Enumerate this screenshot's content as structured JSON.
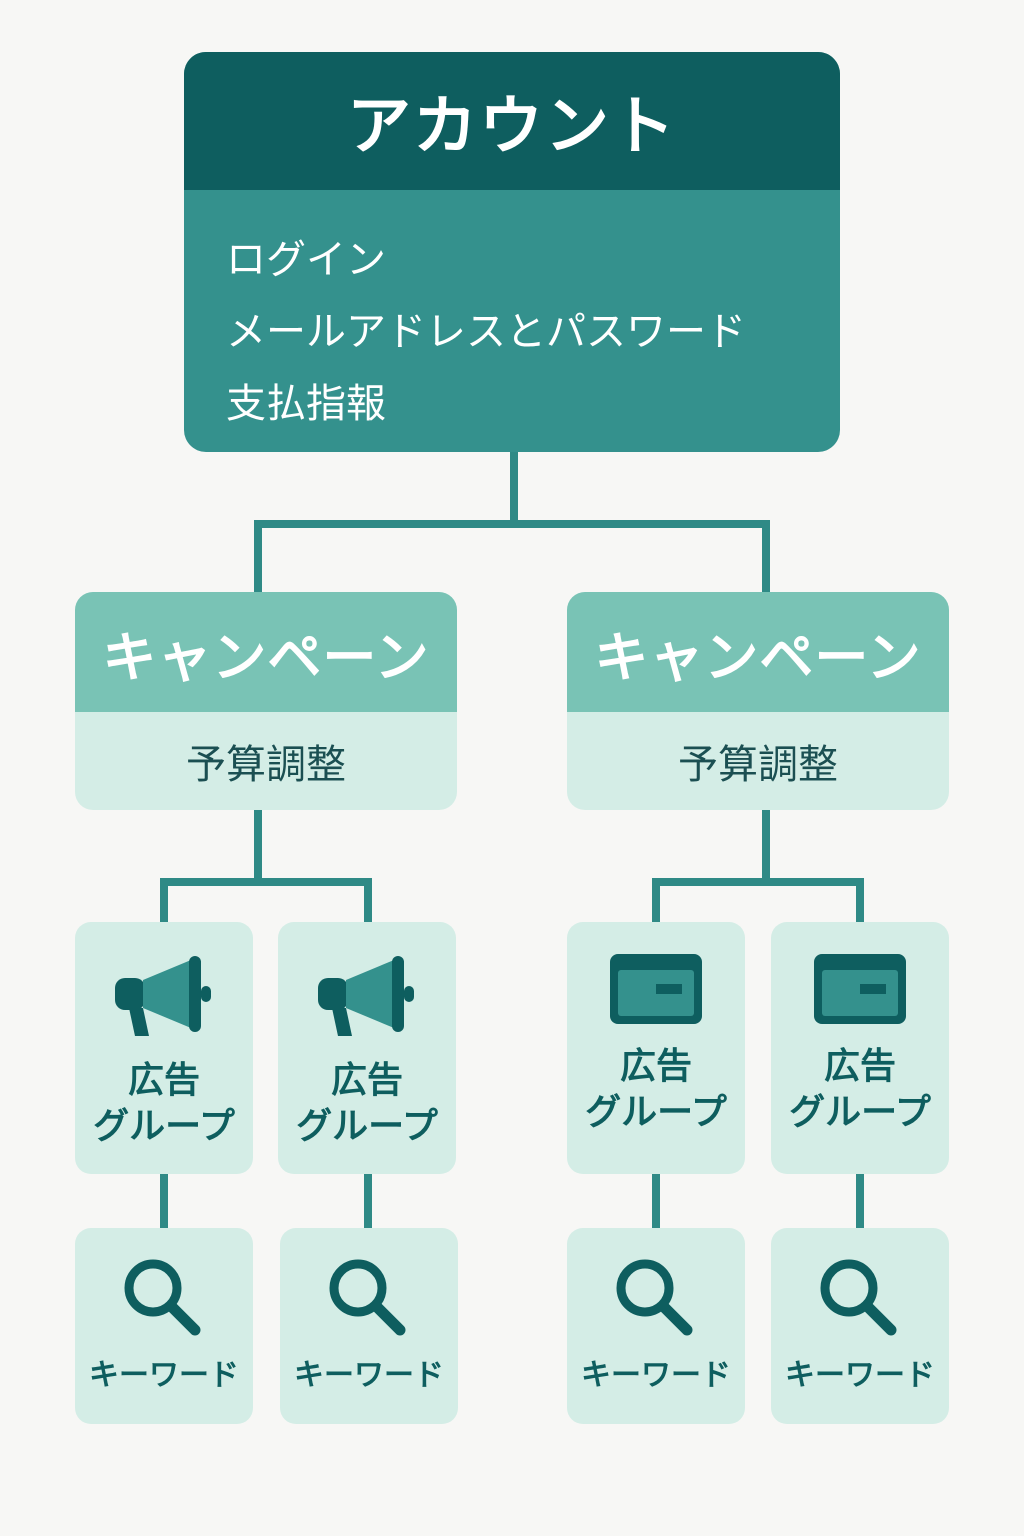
{
  "account": {
    "title": "アカウント",
    "items": [
      "ログイン",
      "メールアドレスとパスワード",
      "支払指報"
    ]
  },
  "campaigns": [
    {
      "title": "キャンペーン",
      "subtitle": "予算調整",
      "ad_groups": [
        {
          "label": "広告\nグループ",
          "icon": "megaphone-icon",
          "keyword": "キーワード",
          "keyword_icon": "search-icon"
        },
        {
          "label": "広告\nグループ",
          "icon": "megaphone-icon",
          "keyword": "キーワード",
          "keyword_icon": "search-icon"
        }
      ]
    },
    {
      "title": "キャンペーン",
      "subtitle": "予算調整",
      "ad_groups": [
        {
          "label": "広告\nグループ",
          "icon": "ad-card-icon",
          "keyword": "キーワード",
          "keyword_icon": "search-icon"
        },
        {
          "label": "広告\nグループ",
          "icon": "ad-card-icon",
          "keyword": "キーワード",
          "keyword_icon": "search-icon"
        }
      ]
    }
  ],
  "colors": {
    "dark_teal": "#0e5e5f",
    "teal": "#34918d",
    "light_teal": "#79c3b5",
    "pale_teal": "#d4ede6",
    "connector": "#2f8a86"
  }
}
